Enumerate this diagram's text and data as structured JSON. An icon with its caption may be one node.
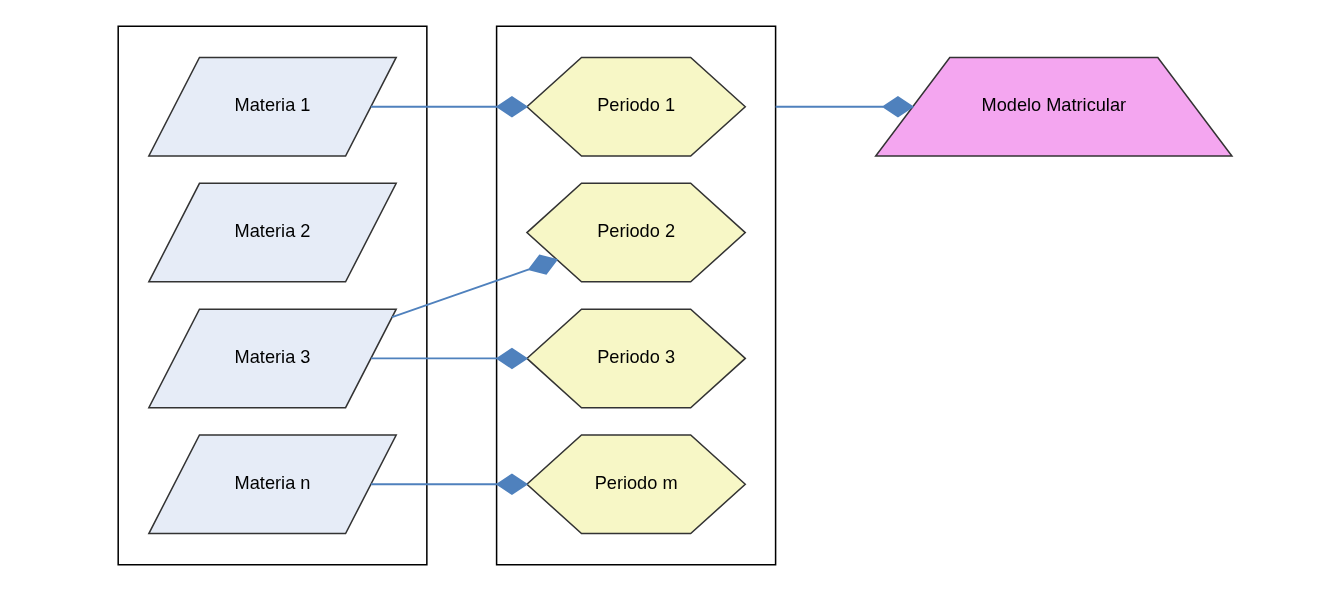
{
  "diagram": {
    "nodes": [
      {
        "text": [],
        "shape": "box"
      },
      {
        "text": [
          "Materia 1"
        ],
        "in": 0
      },
      {
        "text": [
          "Materia 2"
        ],
        "in": 0
      },
      {
        "text": [
          "Materia 3"
        ],
        "in": 0
      },
      {
        "text": [
          "Materia n"
        ],
        "in": 0
      },
      {
        "text": [],
        "shape": "box"
      },
      {
        "text": [
          "Periodo 1"
        ],
        "in": 5
      },
      {
        "text": [
          "Periodo 2"
        ],
        "in": 5
      },
      {
        "text": [
          "Periodo 3"
        ],
        "in": 5
      },
      {
        "text": [
          "Periodo m"
        ],
        "in": 5
      },
      {
        "text": [
          "Modelo Matricular"
        ]
      }
    ],
    "edges": [
      {
        "from": 1,
        "to": 6,
        "arrow": "other"
      },
      {
        "from": 3,
        "to": 7,
        "arrow": "other"
      },
      {
        "from": 3,
        "to": 8,
        "arrow": "other"
      },
      {
        "from": 4,
        "to": 9,
        "arrow": "other"
      },
      {
        "from": 5,
        "to": 10,
        "arrow": "other"
      }
    ]
  }
}
